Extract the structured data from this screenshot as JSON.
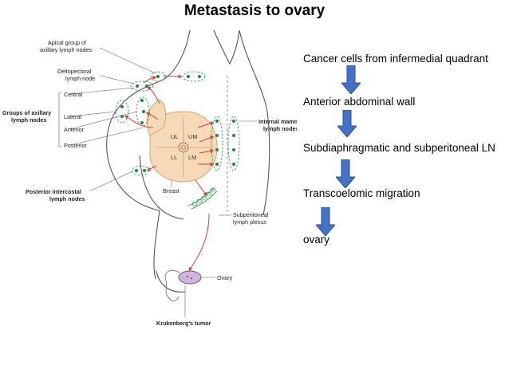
{
  "title": "Metastasis to ovary",
  "flow": {
    "steps": [
      "Cancer cells from infermedial quadrant",
      "Anterior abdominal wall",
      "Subdiaphragmatic and subperitoneal LN",
      "Transcoelomic migration",
      "ovary"
    ],
    "arrow_color": "#4472c4",
    "arrow_border": "#2f528f"
  },
  "diagram": {
    "labels": {
      "apical": [
        "Apical group of",
        "axillary lymph nodes"
      ],
      "deltopectoral": [
        "Deltopectoral",
        "lymph node"
      ],
      "central": "Central",
      "lateral": "Lateral",
      "anterior": "Anterior",
      "posterior": "Posterior",
      "groups": [
        "Groups of axillary",
        "lymph nodes"
      ],
      "internal_mammary": [
        "Internal mammary",
        "lymph nodes"
      ],
      "breast": "Breast",
      "posterior_intercostal": [
        "Posterior intercostal",
        "lymph nodes"
      ],
      "subperitoneal": [
        "Subperitoneal",
        "lymph plexus"
      ],
      "ovary": "Ovary",
      "krukenberg": "Krukenberg's tumor"
    },
    "quadrants": {
      "ul": "UL",
      "um": "UM",
      "ll": "LL",
      "lm": "LM"
    },
    "colors": {
      "node_green": "#2a9d4a",
      "node_fill": "#1f8a3c",
      "vessel_red": "#e03a3a",
      "breast_fill": "#f6d9b6",
      "breast_stroke": "#d9a56b",
      "ovary_fill": "#c9b7e0",
      "line_gray": "#666666"
    }
  }
}
